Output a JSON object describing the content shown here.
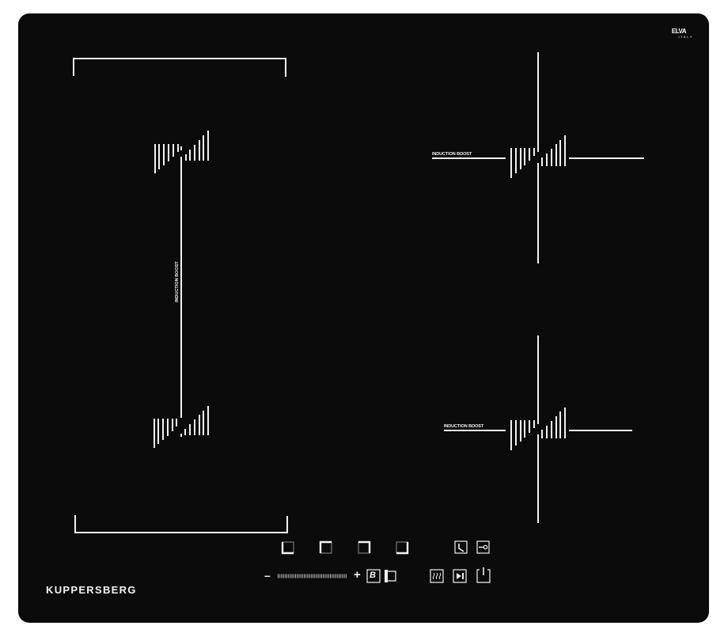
{
  "brand": {
    "name": "KUPPERSBERG",
    "badge_top": "ELVA",
    "badge_bottom": "ITALY"
  },
  "colors": {
    "panel": "#0b0b0b",
    "lines": "#f2f2f2",
    "background": "#ffffff"
  },
  "zones": {
    "left_bridge": {
      "label": "INDUCTION BOOST"
    },
    "right_top": {
      "label": "INDUCTION BOOST"
    },
    "right_bottom": {
      "label": "INDUCTION BOOST"
    }
  },
  "controls": {
    "zone_selectors": [
      {
        "name": "front-left-zone",
        "icon": "corner-bottom-left"
      },
      {
        "name": "rear-left-zone",
        "icon": "corner-top-left"
      },
      {
        "name": "rear-right-zone",
        "icon": "corner-top-right"
      },
      {
        "name": "front-right-zone",
        "icon": "corner-bottom-right"
      }
    ],
    "slider": {
      "minus": "–",
      "plus": "+"
    },
    "boost_key": "B",
    "bridge_key_icon": "bridge-icon",
    "timer_icon": "clock-icon",
    "lock_icon": "key-lock-icon",
    "keep_warm_icon": "heat-waves-icon",
    "pause_icon": "play-pause-icon",
    "power_icon": "power-icon"
  }
}
